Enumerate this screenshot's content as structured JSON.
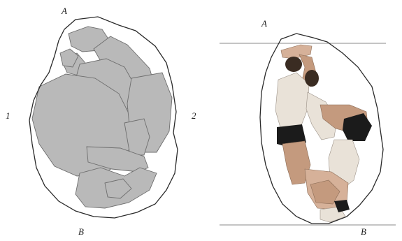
{
  "left_figure": {
    "label_top": "A",
    "label_left": "1",
    "label_right": "2",
    "label_bottom": "B"
  },
  "right_figure": {
    "label_top": "A",
    "label_bottom": "B"
  },
  "colors": {
    "silhouette_fill": "#b9b9b9",
    "outline": "#2a2a2a",
    "guide_line": "#888888"
  }
}
